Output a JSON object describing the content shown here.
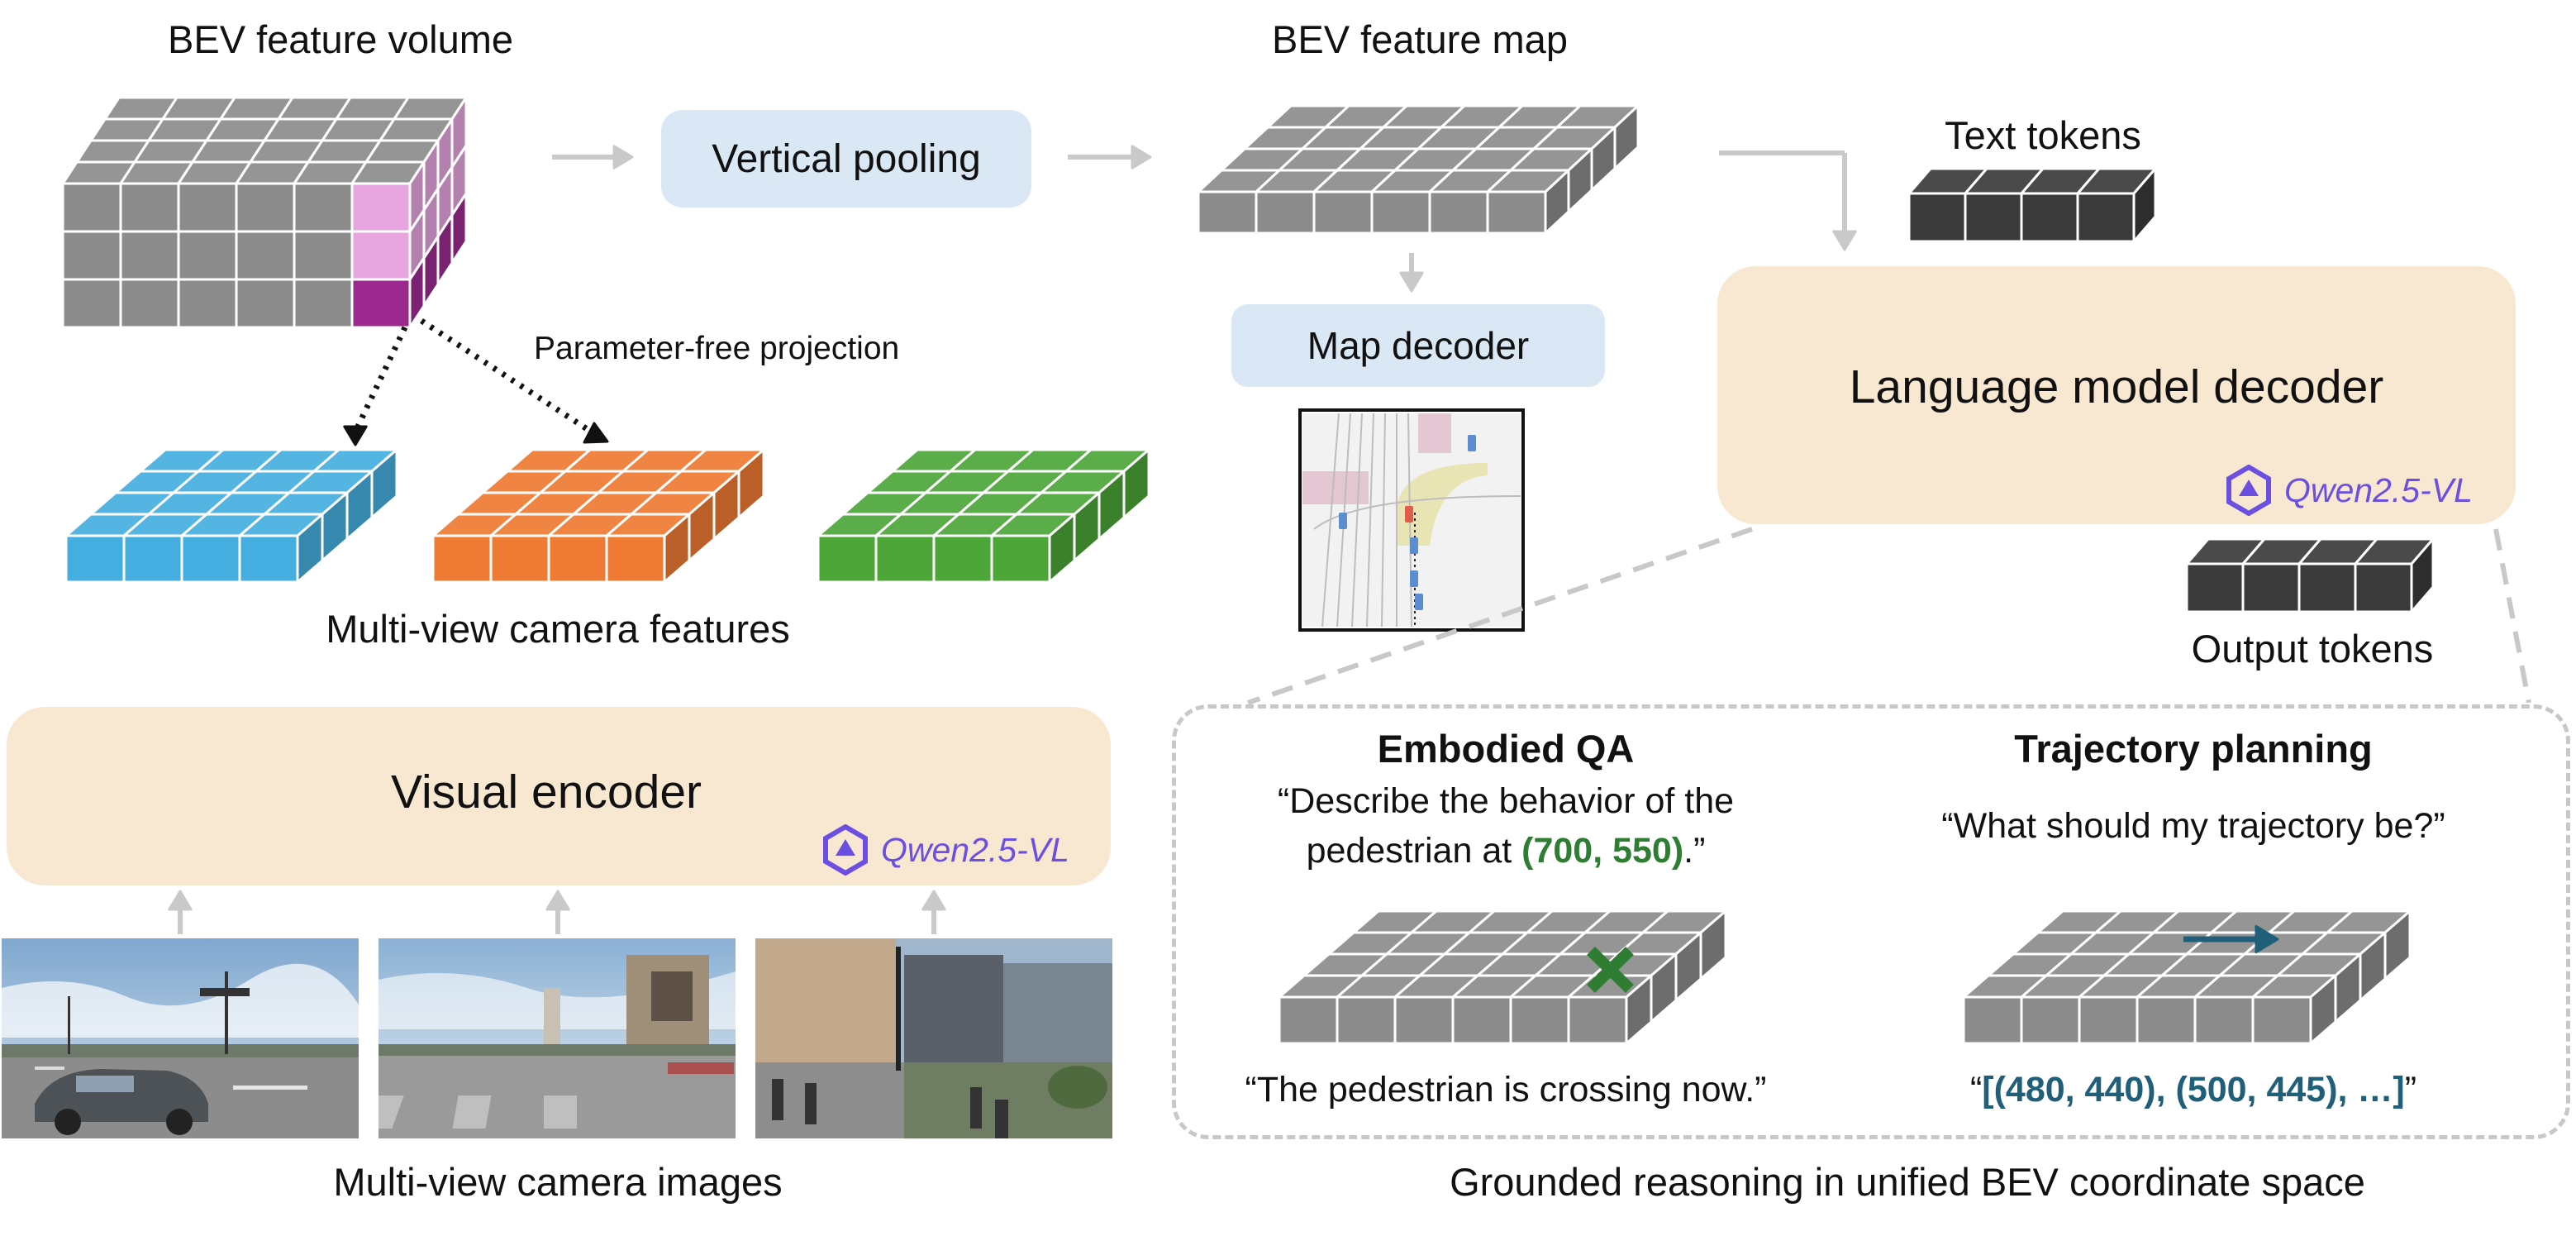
{
  "bev_volume_title": "BEV feature volume",
  "vertical_pooling": "Vertical pooling",
  "bev_map_title": "BEV feature map",
  "map_decoder": "Map decoder",
  "text_tokens": "Text tokens",
  "lm_decoder": "Language model decoder",
  "qwen_label": "Qwen2.5-VL",
  "output_tokens": "Output tokens",
  "projection_label": "Parameter-free projection",
  "camera_features": "Multi-view camera features",
  "visual_encoder": "Visual encoder",
  "camera_images": "Multi-view camera images",
  "embodied_qa": {
    "title": "Embodied QA",
    "question_line1": "“Describe the behavior of the",
    "question_pre": "pedestrian at ",
    "question_coord": "(700, 550)",
    "question_post": ".”",
    "answer": "“The pedestrian is crossing now.”"
  },
  "trajectory": {
    "title": "Trajectory planning",
    "question": "“What should my trajectory be?”",
    "answer_open": "“",
    "answer_coords": "[(480, 440), (500, 445), …]",
    "answer_close": "”"
  },
  "grounded_caption": "Grounded reasoning in unified BEV coordinate space",
  "colors": {
    "cube_gray": "#8c8c8c",
    "highlight_light": "#e7a6e0",
    "highlight_dark": "#9c2a8e",
    "cam_blue": "#45aee0",
    "cam_orange": "#ef7a33",
    "cam_green": "#4ca638",
    "token_dark": "#3a3a3a",
    "box_blue": "#dae8f5",
    "box_tan": "#f8e8d2",
    "qa_coord_green": "#2e7d32",
    "traj_coord_blue": "#1f5f7a",
    "qwen_purple": "#6a4fe0"
  }
}
